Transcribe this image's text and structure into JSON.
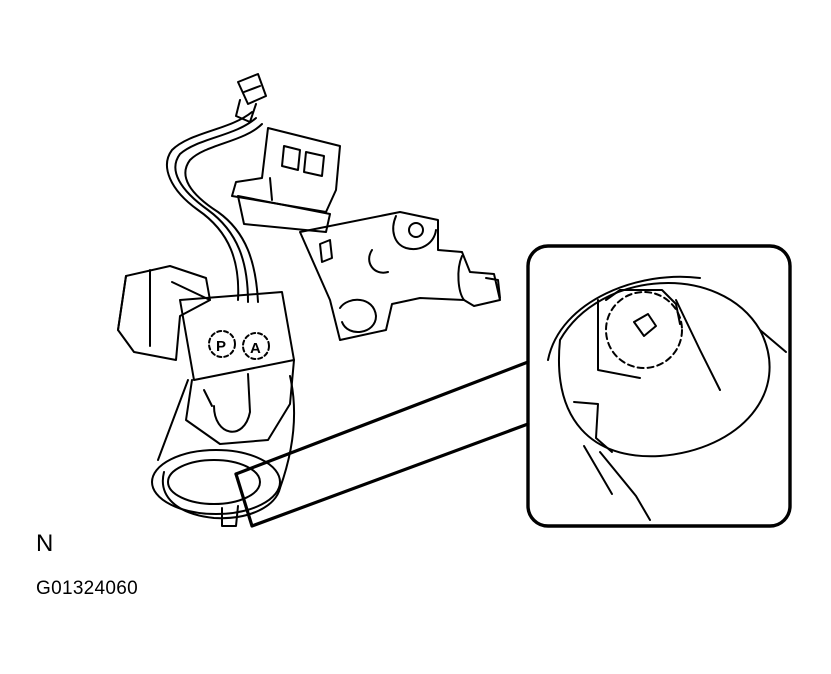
{
  "figure": {
    "view_letter": "N",
    "figure_code": "G01324060",
    "callouts": [
      "P",
      "A"
    ]
  },
  "colors": {
    "ink": "#000000",
    "paper": "#ffffff"
  },
  "icons": [
    "ignition-lock-assembly-illustration",
    "magnified-detail-inset"
  ]
}
